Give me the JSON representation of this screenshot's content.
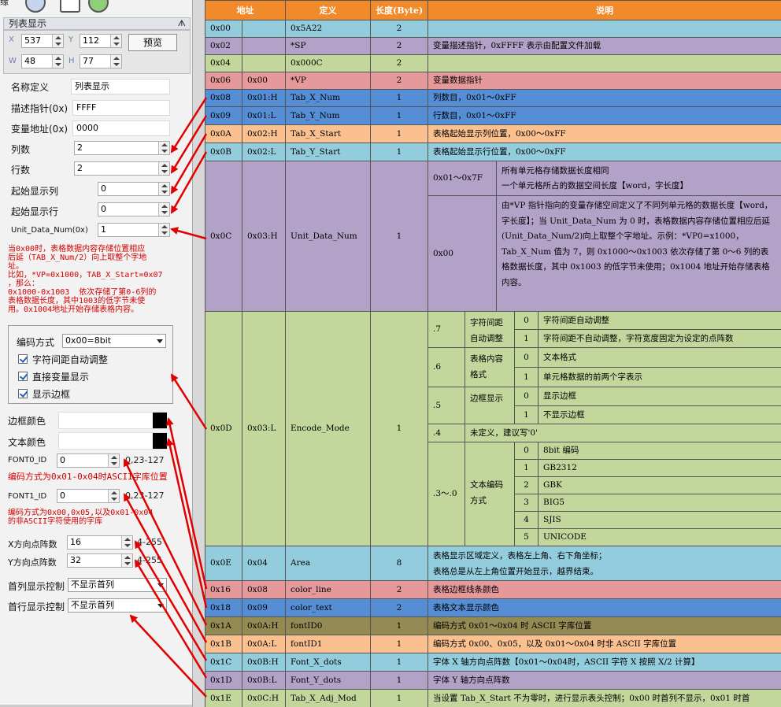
{
  "toolbar": {
    "title_fragment": "缘"
  },
  "panel": {
    "title": "列表显示",
    "pin": "ᗑ"
  },
  "geometry": {
    "x_label": "X",
    "x": "537",
    "y_label": "Y",
    "y": "112",
    "w_label": "W",
    "w": "48",
    "h_label": "H",
    "h": "77",
    "preview_label": "预览"
  },
  "fields": [
    {
      "label": "名称定义",
      "value": "列表显示"
    },
    {
      "label": "描述指针(0x)",
      "value": "FFFF"
    },
    {
      "label": "变量地址(0x)",
      "value": "0000"
    },
    {
      "label": "列数",
      "value": "2"
    },
    {
      "label": "行数",
      "value": "2"
    },
    {
      "label": "起始显示列",
      "value": "0"
    },
    {
      "label": "起始显示行",
      "value": "0"
    },
    {
      "label": "Unit_Data_Num(0x)",
      "value": "1"
    }
  ],
  "note1": "当0x00时，表格数据内容存储位置相应\n后延（TAB_X_Num/2）向上取整个字地\n址。\n比如，*VP=0x1000，TAB_X_Start=0x07\n，那么：\n0x1000-0x1003  依次存储了第0-6列的\n表格数据长度，其中1003的低字节未使\n用。0x1004地址开始存储表格内容。",
  "encoding": {
    "label": "编码方式",
    "value": "0x00=8bit",
    "checks": [
      "字符间距自动调整",
      "直接变量显示",
      "显示边框"
    ]
  },
  "colors": {
    "border_label": "边框颜色",
    "text_label": "文本颜色"
  },
  "fonts": {
    "font0_label": "FONT0_ID",
    "font0_value": "0",
    "font0_range": "0,23-127",
    "font0_note": "编码方式为0x01-0x04时ASCII字库位置",
    "font1_label": "FONT1_ID",
    "font1_value": "0",
    "font1_range": "0,23-127",
    "font1_note": "编码方式为0x00,0x05,以及0x01-0x04\n的非ASCII字符使用的字库"
  },
  "dots": {
    "x_label": "X方向点阵数",
    "x_value": "16",
    "x_range": "4-255",
    "y_label": "Y方向点阵数",
    "y_value": "32",
    "y_range": "4-255"
  },
  "controls": {
    "first_col_label": "首列显示控制",
    "first_col_value": "不显示首列",
    "first_row_label": "首行显示控制",
    "first_row_value": "不显示首列"
  },
  "table": {
    "headers": [
      "地址",
      "定义",
      "长度(Byte)",
      "说明"
    ],
    "rows": [
      {
        "addr": "0x00",
        "off": "",
        "def": "0x5A22",
        "len": "2",
        "desc": ""
      },
      {
        "addr": "0x02",
        "off": "",
        "def": "*SP",
        "len": "2",
        "desc": "变量描述指针，0xFFFF 表示由配置文件加载"
      },
      {
        "addr": "0x04",
        "off": "",
        "def": "0x000C",
        "len": "2",
        "desc": ""
      },
      {
        "addr": "0x06",
        "off": "0x00",
        "def": "*VP",
        "len": "2",
        "desc": "变量数据指针"
      },
      {
        "addr": "0x08",
        "off": "0x01:H",
        "def": "Tab_X_Num",
        "len": "1",
        "desc": "列数目，0x01～0xFF"
      },
      {
        "addr": "0x09",
        "off": "0x01:L",
        "def": "Tab_Y_Num",
        "len": "1",
        "desc": "行数目，0x01～0xFF"
      },
      {
        "addr": "0x0A",
        "off": "0x02:H",
        "def": "Tab_X_Start",
        "len": "1",
        "desc": "表格起始显示列位置，0x00～0xFF"
      },
      {
        "addr": "0x0B",
        "off": "0x02:L",
        "def": "Tab_Y_Start",
        "len": "1",
        "desc": "表格起始显示行位置，0x00～0xFF"
      }
    ],
    "r0c": {
      "addr": "0x0C",
      "off": "0x03:H",
      "def": "Unit_Data_Num",
      "len": "1",
      "v1": "0x01～0x7F",
      "d1a": "所有单元格存储数据长度相同",
      "d1b": "一个单元格所占的数据空间长度【word，字长度】",
      "v2": "0x00",
      "d2": "由*VP 指针指向的变量存储空间定义了不同列单元格的数据长度【word，字长度】；当 Unit_Data_Num 为 0 时，表格数据内容存储位置相应后延(Unit_Data_Num/2)向上取整个字地址。示例：*VP0=x1000，Tab_X_Num 值为 7，则 0x1000～0x1003 依次存储了第 0～6 列的表格数据长度，其中 0x1003 的低字节未使用；0x1004 地址开始存储表格内容。"
    },
    "r0d": {
      "addr": "0x0D",
      "off": "0x03:L",
      "def": "Encode_Mode",
      "len": "1",
      "b7": ".7",
      "b7n": "字符间距自动调整",
      "b7a": "字符间距自动调整",
      "b7b": "字符间距不自动调整，字符宽度固定为设定的点阵数",
      "b6": ".6",
      "b6n": "表格内容格式",
      "b6a": "文本格式",
      "b6b": "单元格数据的前两个字表示",
      "b5": ".5",
      "b5n": "边框显示",
      "b5a": "显示边框",
      "b5b": "不显示边框",
      "b4": ".4",
      "b4d": "未定义，建议写'0'",
      "b3": ".3～.0",
      "b3n": "文本编码方式",
      "enc": [
        "8bit 编码",
        "GB2312",
        "GBK",
        "BIG5",
        "SJIS",
        "UNICODE"
      ],
      "z": "0",
      "o": "1",
      "nums": [
        "0",
        "1",
        "2",
        "3",
        "4",
        "5"
      ]
    },
    "r0e": {
      "addr": "0x0E",
      "off": "0x04",
      "def": "Area",
      "len": "8",
      "d1": "表格显示区域定义，表格左上角、右下角坐标；",
      "d2": "表格总是从左上角位置开始显示，越界结束。"
    },
    "rows2": [
      {
        "addr": "0x16",
        "off": "0x08",
        "def": "color_line",
        "len": "2",
        "desc": "表格边框线条颜色"
      },
      {
        "addr": "0x18",
        "off": "0x09",
        "def": "color_text",
        "len": "2",
        "desc": "表格文本显示颜色"
      },
      {
        "addr": "0x1A",
        "off": "0x0A:H",
        "def": "fontID0",
        "len": "1",
        "desc": "编码方式 0x01～0x04 时 ASCII 字库位置"
      },
      {
        "addr": "0x1B",
        "off": "0x0A:L",
        "def": "fontID1",
        "len": "1",
        "desc": "编码方式 0x00、0x05，以及 0x01～0x04 时非 ASCII 字库位置"
      },
      {
        "addr": "0x1C",
        "off": "0x0B:H",
        "def": "Font_X_dots",
        "len": "1",
        "desc": "字体 X 轴方向点阵数【0x01～0x04时，ASCII 字符 X 按照 X/2 计算】"
      },
      {
        "addr": "0x1D",
        "off": "0x0B:L",
        "def": "Font_Y_dots",
        "len": "1",
        "desc": "字体 Y 轴方向点阵数"
      },
      {
        "addr": "0x1E",
        "off": "0x0C:H",
        "def": "Tab_X_Adj_Mod",
        "len": "1",
        "desc": "当设置 Tab_X_Start 不为零时，进行显示表头控制；0x00 时首列不显示，0x01 时首"
      }
    ]
  },
  "colors_ui": {
    "header": "#f08a2a",
    "teal": "#93cddd",
    "purple": "#b3a2c7",
    "green": "#c3d69b",
    "salmon": "#e6999a",
    "blue": "#558ed5",
    "peach": "#fac090",
    "olive": "#948a54",
    "arrow": "#e00000"
  }
}
